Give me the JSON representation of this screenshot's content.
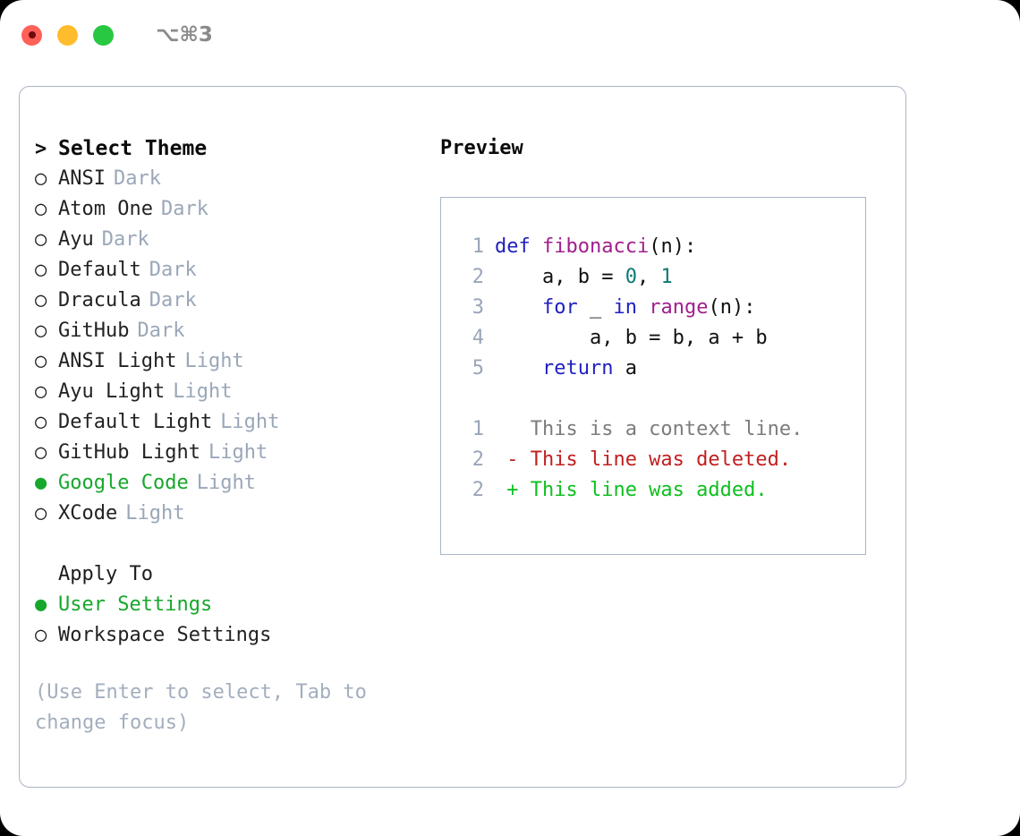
{
  "window": {
    "shortcut": "⌥⌘3",
    "traffic_lights": [
      {
        "name": "close",
        "color": "#FF6058"
      },
      {
        "name": "minimize",
        "color": "#FFBD2E"
      },
      {
        "name": "maximize",
        "color": "#28C840"
      }
    ]
  },
  "theme_picker": {
    "prompt_marker": ">",
    "title": "Select Theme",
    "selected_marker": "●",
    "unselected_marker": "○",
    "items": [
      {
        "name": "ANSI",
        "tag": "Dark",
        "selected": false
      },
      {
        "name": "Atom One",
        "tag": "Dark",
        "selected": false
      },
      {
        "name": "Ayu",
        "tag": "Dark",
        "selected": false
      },
      {
        "name": "Default",
        "tag": "Dark",
        "selected": false
      },
      {
        "name": "Dracula",
        "tag": "Dark",
        "selected": false
      },
      {
        "name": "GitHub",
        "tag": "Dark",
        "selected": false
      },
      {
        "name": "ANSI Light",
        "tag": "Light",
        "selected": false
      },
      {
        "name": "Ayu Light",
        "tag": "Light",
        "selected": false
      },
      {
        "name": "Default Light",
        "tag": "Light",
        "selected": false
      },
      {
        "name": "GitHub Light",
        "tag": "Light",
        "selected": false
      },
      {
        "name": "Google Code",
        "tag": "Light",
        "selected": true
      },
      {
        "name": "XCode",
        "tag": "Light",
        "selected": false
      }
    ]
  },
  "apply_to": {
    "title": "Apply To",
    "options": [
      {
        "label": "User Settings",
        "selected": true
      },
      {
        "label": "Workspace Settings",
        "selected": false
      }
    ]
  },
  "hint": "(Use Enter to select, Tab to change focus)",
  "preview": {
    "title": "Preview",
    "code_lines": [
      {
        "num": "1",
        "tokens": [
          {
            "t": "def",
            "c": "kw"
          },
          {
            "t": " ",
            "c": "plain"
          },
          {
            "t": "fibonacci",
            "c": "fn"
          },
          {
            "t": "(n):",
            "c": "plain"
          }
        ]
      },
      {
        "num": "2",
        "tokens": [
          {
            "t": "    a, b = ",
            "c": "plain"
          },
          {
            "t": "0",
            "c": "num"
          },
          {
            "t": ", ",
            "c": "plain"
          },
          {
            "t": "1",
            "c": "num"
          }
        ]
      },
      {
        "num": "3",
        "tokens": [
          {
            "t": "    ",
            "c": "plain"
          },
          {
            "t": "for",
            "c": "kw"
          },
          {
            "t": " _ ",
            "c": "plain"
          },
          {
            "t": "in",
            "c": "kw"
          },
          {
            "t": " ",
            "c": "plain"
          },
          {
            "t": "range",
            "c": "fn"
          },
          {
            "t": "(n):",
            "c": "plain"
          }
        ]
      },
      {
        "num": "4",
        "tokens": [
          {
            "t": "        a, b = b, a + b",
            "c": "plain"
          }
        ]
      },
      {
        "num": "5",
        "tokens": [
          {
            "t": "    ",
            "c": "plain"
          },
          {
            "t": "return",
            "c": "kw"
          },
          {
            "t": " a",
            "c": "plain"
          }
        ]
      }
    ],
    "diff_lines": [
      {
        "num": "1",
        "sign": " ",
        "text": "This is a context line.",
        "kind": "ctx"
      },
      {
        "num": "2",
        "sign": "-",
        "text": "This line was deleted.",
        "kind": "del"
      },
      {
        "num": "2",
        "sign": "+",
        "text": "This line was added.",
        "kind": "add"
      }
    ]
  },
  "colors": {
    "keyword": "#2020C0",
    "function": "#A0208C",
    "number": "#0C7A74",
    "plain": "#111111",
    "line_number": "#9AA5B8",
    "diff_context": "#7C7C7C",
    "diff_deleted": "#C02020",
    "diff_added": "#0FBF1F",
    "accent_green": "#17A72C",
    "tag_gray": "#9AA7B8",
    "border": "#A9B5C6"
  }
}
